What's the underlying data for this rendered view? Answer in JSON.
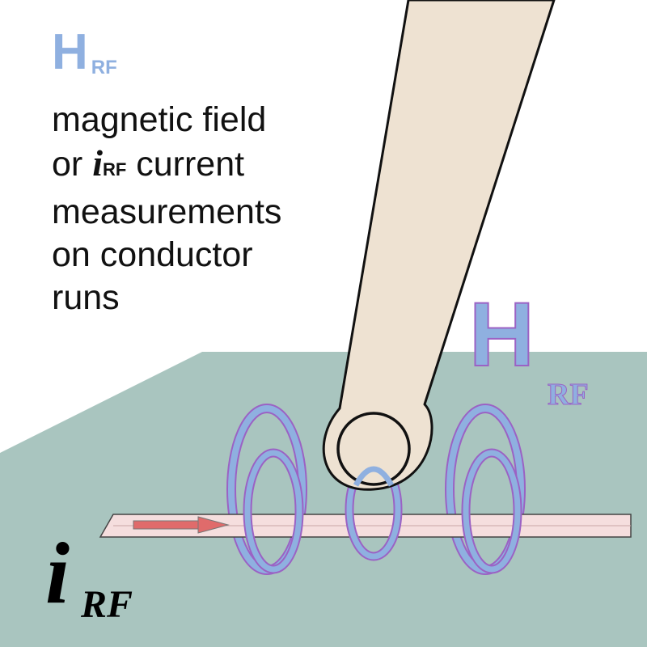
{
  "caption": {
    "heading_main": "H",
    "heading_sub": "RF",
    "line1": "magnetic field",
    "line2_pre": "or ",
    "line2_ital": "i",
    "line2_sub": "RF",
    "line2_post": " current",
    "line3": "measurements",
    "line4": "on conductor",
    "line5": "runs"
  },
  "field_label": {
    "main": "H",
    "sub": "RF"
  },
  "current_label": {
    "main": "i",
    "sub": "RF"
  },
  "colors": {
    "board": "#a9c5bf",
    "probe": "#eee2d2",
    "trace": "#f5dede",
    "field_loops": "#8fb0e0",
    "loop_edge": "#9b62c4",
    "arrow": "#e06b6b"
  },
  "icons": [
    "h-field-probe-icon",
    "current-arrow-icon",
    "field-loop-icon"
  ]
}
